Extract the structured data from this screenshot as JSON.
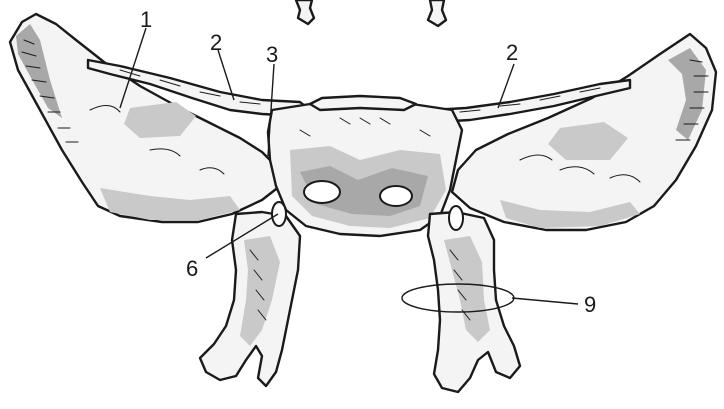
{
  "labels": {
    "l1": "1",
    "l2_left": "2",
    "l3": "3",
    "l2_right": "2",
    "l6": "6",
    "l9": "9"
  },
  "colors": {
    "outline": "#1a1a1a",
    "bone_fill": "#f4f4f4",
    "shade_light": "#c9c9c9",
    "shade_dark": "#a8a8a8"
  }
}
